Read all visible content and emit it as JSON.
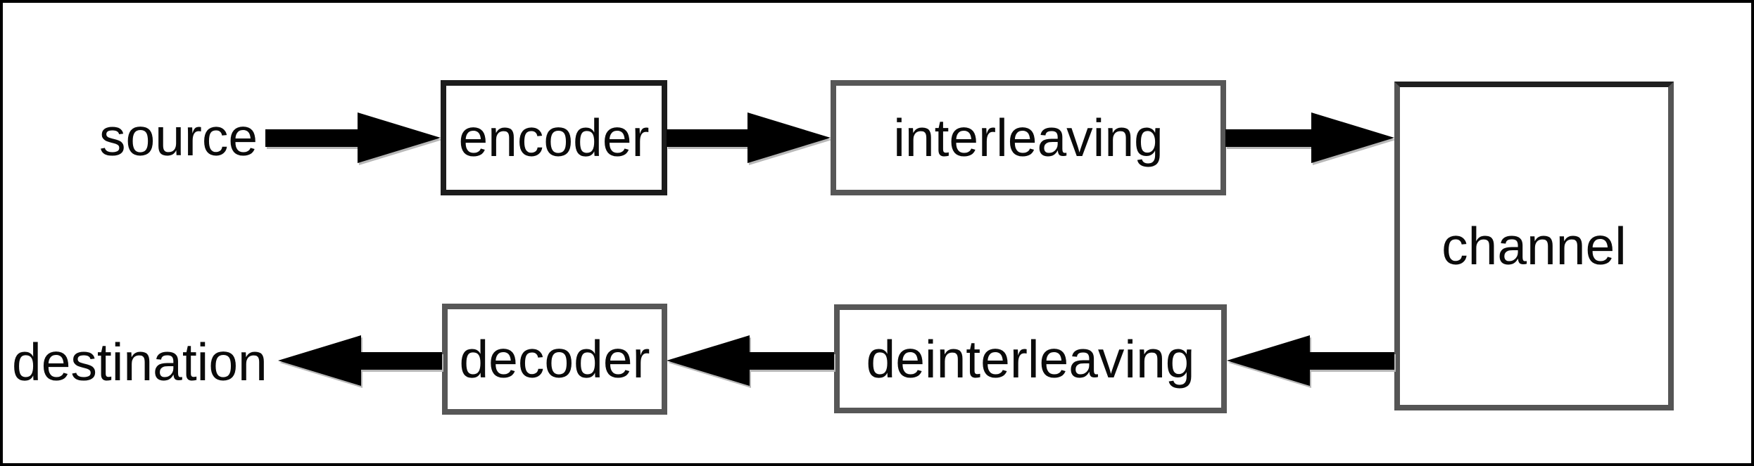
{
  "diagram": {
    "description": "Block diagram of a communication system with interleaving",
    "background_color": "#ffffff",
    "frame_color": "#000000",
    "arrow_color": "#000000",
    "text_color": "#0a0a0a",
    "box_border_dark": "#1c1c1c",
    "box_border_gray": "#575757",
    "nodes": {
      "source": {
        "label": "source",
        "kind": "terminal-label",
        "row": "top"
      },
      "encoder": {
        "label": "encoder",
        "kind": "box",
        "row": "top"
      },
      "interleaving": {
        "label": "interleaving",
        "kind": "box",
        "row": "top"
      },
      "channel": {
        "label": "channel",
        "kind": "box",
        "row": "spans-both"
      },
      "deinterleaving": {
        "label": "deinterleaving",
        "kind": "box",
        "row": "bottom"
      },
      "decoder": {
        "label": "decoder",
        "kind": "box",
        "row": "bottom"
      },
      "destination": {
        "label": "destination",
        "kind": "terminal-label",
        "row": "bottom"
      }
    },
    "edges": [
      {
        "from": "source",
        "to": "encoder",
        "direction": "right"
      },
      {
        "from": "encoder",
        "to": "interleaving",
        "direction": "right"
      },
      {
        "from": "interleaving",
        "to": "channel",
        "direction": "right"
      },
      {
        "from": "channel",
        "to": "deinterleaving",
        "direction": "left"
      },
      {
        "from": "deinterleaving",
        "to": "decoder",
        "direction": "left"
      },
      {
        "from": "decoder",
        "to": "destination",
        "direction": "left"
      }
    ]
  }
}
